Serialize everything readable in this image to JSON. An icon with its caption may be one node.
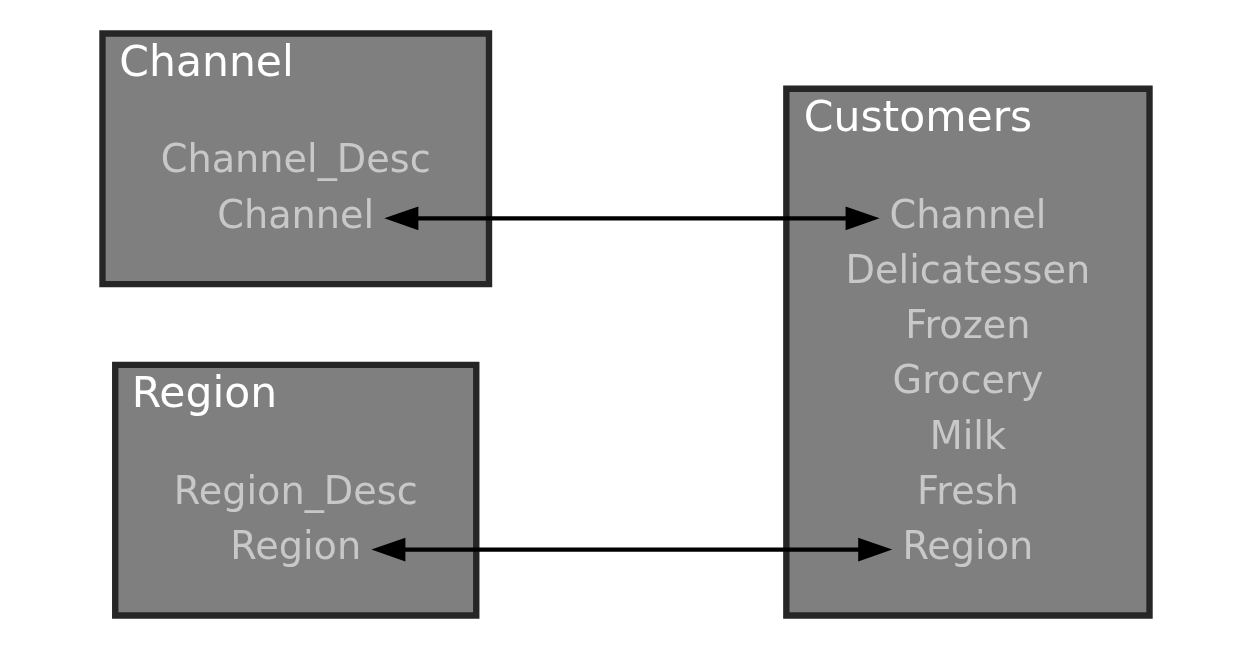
{
  "diagram": {
    "nodes": [
      {
        "text": [
          "Channel"
        ]
      },
      {
        "text": [
          "Channel"
        ],
        "in": 0
      },
      {
        "text": [
          "Channel_Desc"
        ],
        "in": 0
      },
      {
        "text": [
          "Region"
        ]
      },
      {
        "text": [
          "Region"
        ],
        "in": 3
      },
      {
        "text": [
          "Region_Desc"
        ],
        "in": 3
      },
      {
        "text": [
          "Customers"
        ]
      },
      {
        "text": [
          "Channel"
        ],
        "in": 6
      },
      {
        "text": [
          "Region"
        ],
        "in": 6
      },
      {
        "text": [
          "Fresh"
        ],
        "in": 6
      },
      {
        "text": [
          "Milk"
        ],
        "in": 6
      },
      {
        "text": [
          "Grocery"
        ],
        "in": 6
      },
      {
        "text": [
          "Frozen"
        ],
        "in": 6
      },
      {
        "text": [
          "Delicatessen"
        ],
        "in": 6
      }
    ],
    "edges": [
      {
        "from": 1,
        "to": 7,
        "arrow": "both"
      },
      {
        "from": 4,
        "to": 8,
        "arrow": "both"
      }
    ]
  }
}
